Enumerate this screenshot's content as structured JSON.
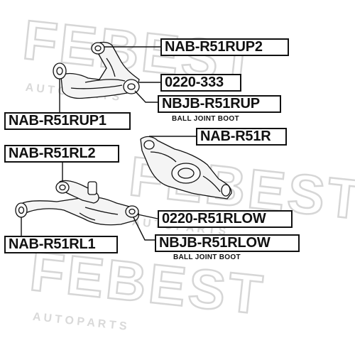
{
  "watermark": {
    "brand": "FEBEST",
    "tagline": "A U T O   P A R T S",
    "color": "#d9d9d9"
  },
  "labels": {
    "upper_arm_rear_bushing": "NAB-R51RUP2",
    "upper_arm_bolt": "0220-333",
    "upper_ball_joint_boot": "NBJB-R51RUP",
    "upper_ball_joint_boot_caption": "BALL JOINT BOOT",
    "upper_arm_front_bushing": "NAB-R51RUP1",
    "rear_arm_bushing": "NAB-R51R",
    "lower_arm_rear_bushing": "NAB-R51RL2",
    "lower_arm_bolt": "0220-R51RLOW",
    "lower_ball_joint_boot": "NBJB-R51RLOW",
    "lower_ball_joint_boot_caption": "BALL JOINT BOOT",
    "lower_arm_front_bushing": "NAB-R51RL1"
  },
  "colors": {
    "line": "#111111",
    "part_fill": "#f4f4f4"
  }
}
